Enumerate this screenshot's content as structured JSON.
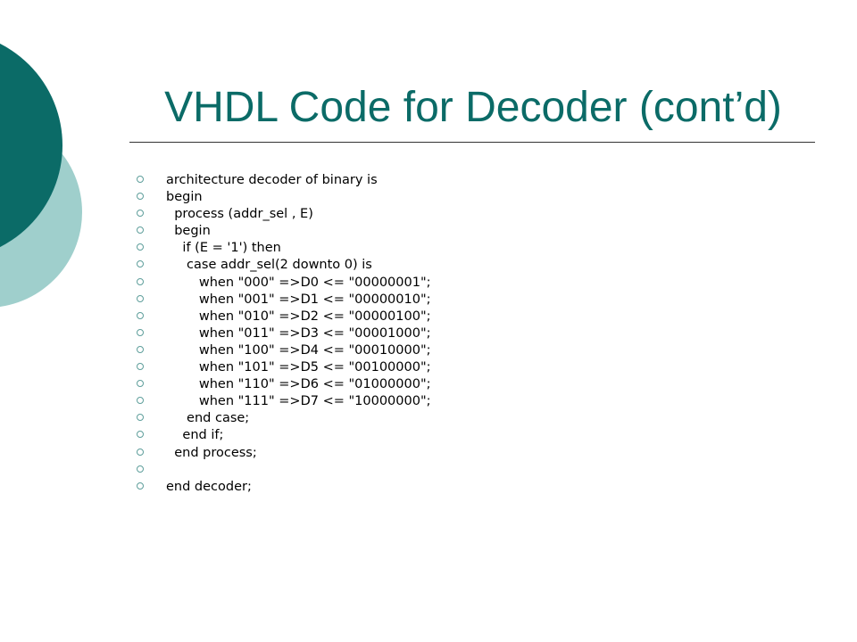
{
  "slide": {
    "title": "VHDL Code for Decoder (cont’d)",
    "code_lines": [
      "architecture decoder of binary is",
      "begin",
      "  process (addr_sel , E)",
      "  begin",
      "    if (E = '1') then",
      "     case addr_sel(2 downto 0) is",
      "        when \"000\" =>D0 <= \"00000001\";",
      "        when \"001\" =>D1 <= \"00000010\";",
      "        when \"010\" =>D2 <= \"00000100\";",
      "        when \"011\" =>D3 <= \"00001000\";",
      "        when \"100\" =>D4 <= \"00010000\";",
      "        when \"101\" =>D5 <= \"00100000\";",
      "        when \"110\" =>D6 <= \"01000000\";",
      "        when \"111\" =>D7 <= \"10000000\";",
      "     end case;",
      "    end if;",
      "  end process;",
      "",
      "end decoder;"
    ]
  },
  "colors": {
    "title": "#0b6b67",
    "bullet": "#5e9e9b",
    "circle_dark": "#0b6b67",
    "circle_light": "#9fcfcc"
  },
  "icons": {
    "bullet": "hollow-circle-bullet-icon"
  }
}
